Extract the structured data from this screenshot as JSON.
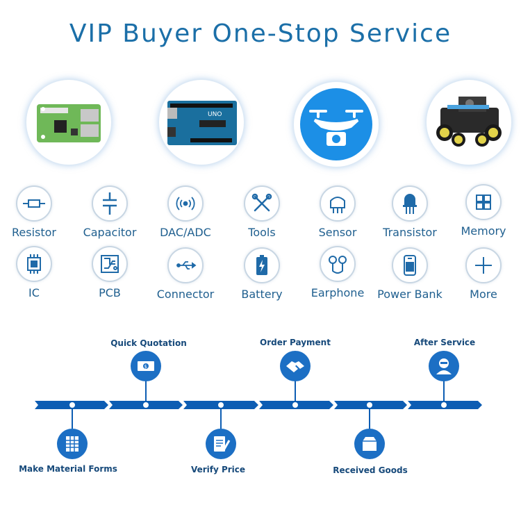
{
  "title": "VIP Buyer One-Stop Service",
  "products": [
    {
      "icon": "raspberry-pi-board-icon"
    },
    {
      "icon": "arduino-board-icon"
    },
    {
      "icon": "drone-icon"
    },
    {
      "icon": "robot-car-icon"
    }
  ],
  "categories": [
    {
      "label": "Resistor",
      "icon": "resistor-icon"
    },
    {
      "label": "Capacitor",
      "icon": "capacitor-icon"
    },
    {
      "label": "DAC/ADC",
      "icon": "signal-wave-icon"
    },
    {
      "label": "Tools",
      "icon": "tools-icon"
    },
    {
      "label": "Sensor",
      "icon": "sensor-icon"
    },
    {
      "label": "Transistor",
      "icon": "transistor-icon"
    },
    {
      "label": "Memory",
      "icon": "memory-icon"
    },
    {
      "label": "IC",
      "icon": "chip-icon"
    },
    {
      "label": "PCB",
      "icon": "pcb-icon"
    },
    {
      "label": "Connector",
      "icon": "usb-icon"
    },
    {
      "label": "Battery",
      "icon": "battery-icon"
    },
    {
      "label": "Earphone",
      "icon": "earphone-icon"
    },
    {
      "label": "Power Bank",
      "icon": "power-bank-icon"
    },
    {
      "label": "More",
      "icon": "plus-icon"
    }
  ],
  "timeline": [
    {
      "label": "Make Material Forms",
      "icon": "spreadsheet-icon"
    },
    {
      "label": "Quick Quotation",
      "icon": "money-icon"
    },
    {
      "label": "Verify Price",
      "icon": "document-pen-icon"
    },
    {
      "label": "Order Payment",
      "icon": "handshake-icon"
    },
    {
      "label": "Received Goods",
      "icon": "package-icon"
    },
    {
      "label": "After Service",
      "icon": "support-agent-icon"
    }
  ],
  "colors": {
    "title": "#1b6fa8",
    "label": "#1f5f8f",
    "timeline": "#0d5db3",
    "accent": "#1c6fc4"
  }
}
